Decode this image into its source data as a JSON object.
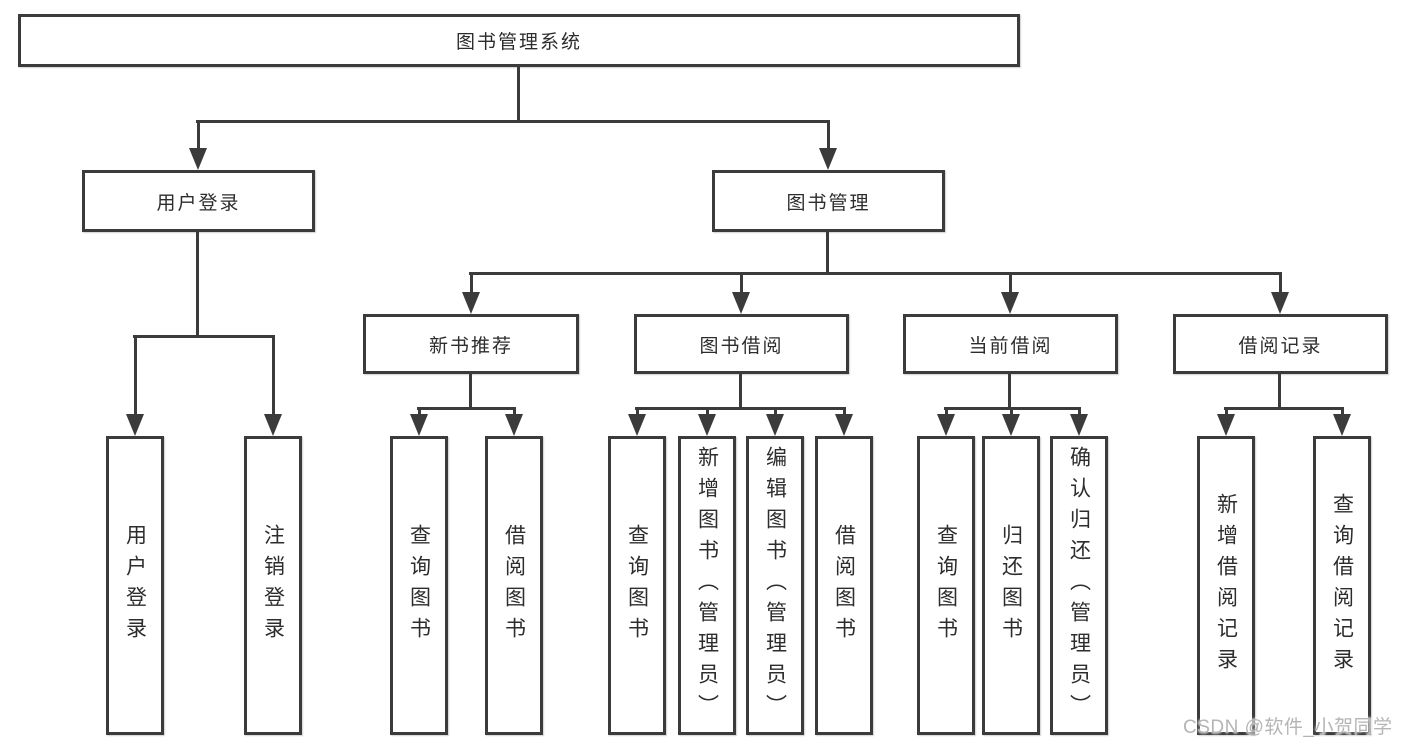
{
  "colors": {
    "line": "#3b3b3b",
    "border": "#3b3b3b",
    "text": "#2d2d2d",
    "background": "#ffffff",
    "watermark": "#b5b5b5"
  },
  "watermark": {
    "text": "CSDN @软件_小贺同学"
  },
  "tree": {
    "root": {
      "label": "图书管理系统"
    },
    "branches": [
      {
        "label": "用户登录",
        "children": [
          {
            "label": "用户登录"
          },
          {
            "label": "注销登录"
          }
        ]
      },
      {
        "label": "图书管理",
        "children": [
          {
            "label": "新书推荐",
            "children": [
              {
                "label": "查询图书"
              },
              {
                "label": "借阅图书"
              }
            ]
          },
          {
            "label": "图书借阅",
            "children": [
              {
                "label": "查询图书"
              },
              {
                "label": "新增图书（管理员）"
              },
              {
                "label": "编辑图书（管理员）"
              },
              {
                "label": "借阅图书"
              }
            ]
          },
          {
            "label": "当前借阅",
            "children": [
              {
                "label": "查询图书"
              },
              {
                "label": "归还图书"
              },
              {
                "label": "确认归还（管理员）"
              }
            ]
          },
          {
            "label": "借阅记录",
            "children": [
              {
                "label": "新增借阅记录"
              },
              {
                "label": "查询借阅记录"
              }
            ]
          }
        ]
      }
    ]
  }
}
